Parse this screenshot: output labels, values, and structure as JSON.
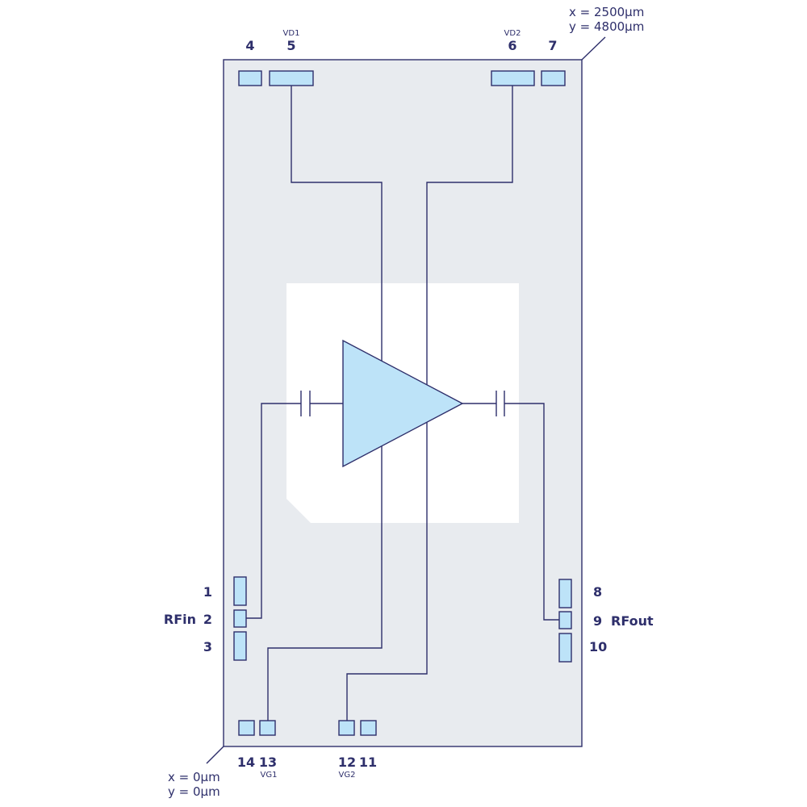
{
  "colors": {
    "stroke": "#2e2f6b",
    "chip": "#e8ebef",
    "pad": "#bde3f8",
    "amp": "#bde3f8",
    "core": "#ffffff"
  },
  "coords": {
    "top_x": "x = 2500µm",
    "top_y": "y = 4800µm",
    "bottom_x": "x = 0µm",
    "bottom_y": "y = 0µm"
  },
  "pads": {
    "p1": "1",
    "p2": "2",
    "p3": "3",
    "p4": "4",
    "p5": "5",
    "p6": "6",
    "p7": "7",
    "p8": "8",
    "p9": "9",
    "p10": "10",
    "p11": "11",
    "p12": "12",
    "p13": "13",
    "p14": "14"
  },
  "signals": {
    "vd1": "VD1",
    "vd2": "VD2",
    "vg1": "VG1",
    "vg2": "VG2",
    "rfin": "RFin",
    "rfout": "RFout"
  }
}
